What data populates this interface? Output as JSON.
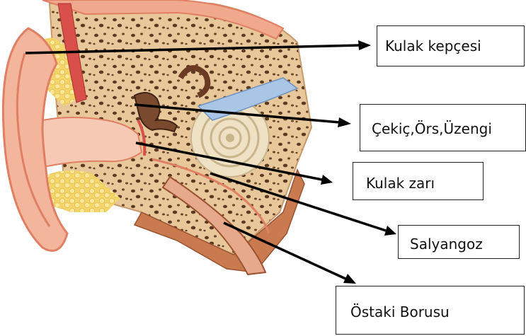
{
  "labels": {
    "pinna": "Kulak kepçesi",
    "ossicles": "Çekiç,Örs,Üzengi",
    "eardrum": "Kulak zarı",
    "cochlea": "Salyangoz",
    "eustachian": "Östaki Borusu"
  },
  "colors": {
    "skin": "#f3b59c",
    "skin_dark": "#e07f63",
    "bone": "#e8c79a",
    "bone_pore": "#5b3a22",
    "canal": "#f5c9b3",
    "fat": "#f6dc7a",
    "cochlea": "#efe2c4",
    "nerve": "#a9c6e6",
    "muscle": "#d9504a",
    "tube": "#9b5230",
    "arrow": "#000000"
  }
}
